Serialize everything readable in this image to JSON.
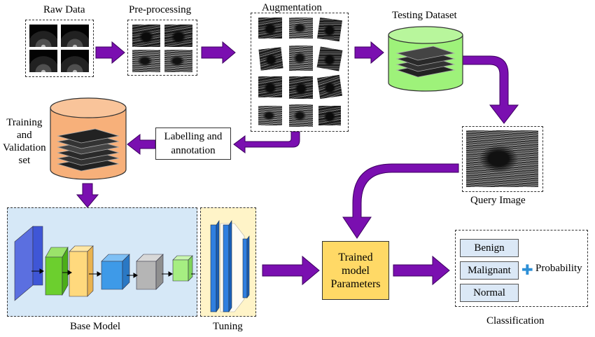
{
  "stages": {
    "raw_data": "Raw Data",
    "preprocessing": "Pre-processing",
    "augmentation": "Augmentation",
    "testing_dataset": "Testing Dataset",
    "training_set": [
      "Training",
      "and",
      "Validation",
      "set"
    ],
    "labelling": [
      "Labelling and",
      "annotation"
    ],
    "query_image": "Query Image",
    "base_model": "Base Model",
    "tuning": "Tuning",
    "trained_params": [
      "Trained",
      "model",
      "Parameters"
    ],
    "classification": "Classification",
    "probability": "Probability",
    "plus_symbol": "✚"
  },
  "classes": [
    "Benign",
    "Malignant",
    "Normal"
  ],
  "colors": {
    "arrow": "#7a0fb0",
    "arrow_border": "#3d0060",
    "testing_cylinder": "#9ef27a",
    "training_cylinder": "#f7b07a",
    "base_model_bg": "#d6e8f7",
    "tuning_bg": "#fff4c8",
    "trained_params_bg": "#ffd966",
    "class_box_bg": "#dbe8f6",
    "plus": "#2d8fd6"
  }
}
